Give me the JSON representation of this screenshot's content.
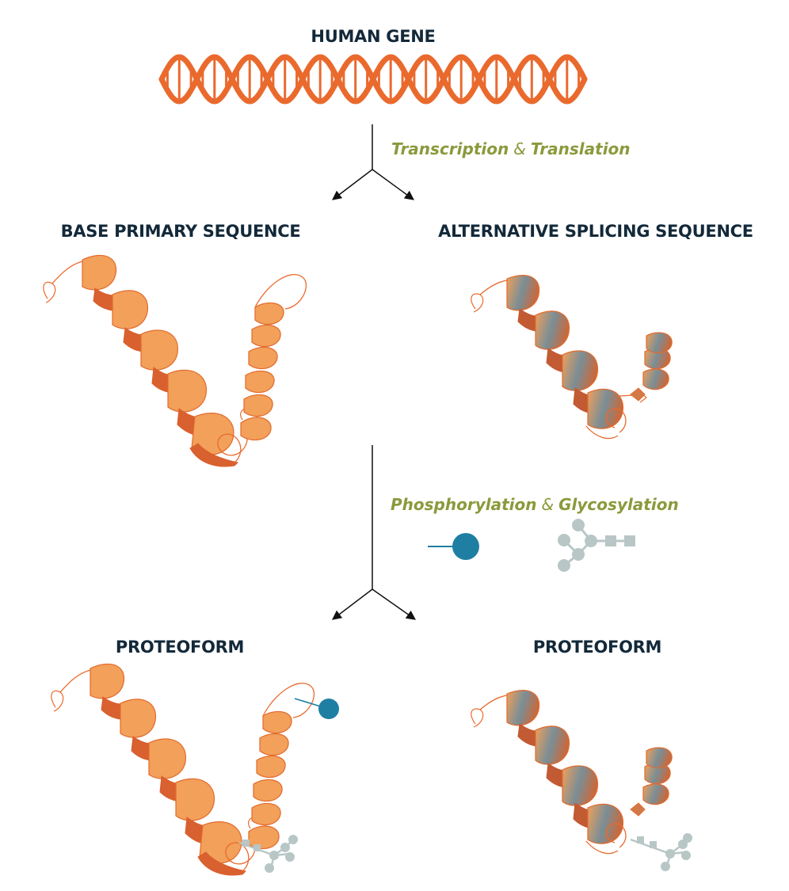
{
  "headings": {
    "gene": "HUMAN GENE",
    "base": "BASE PRIMARY SEQUENCE",
    "alt": "ALTERNATIVE SPLICING SEQUENCE",
    "proteoform_left": "PROTEOFORM",
    "proteoform_right": "PROTEOFORM"
  },
  "steps": {
    "step1": {
      "a": "Transcription",
      "amp": "&",
      "b": "Translation"
    },
    "step2": {
      "a": "Phosphorylation",
      "amp": "&",
      "b": "Glycosylation"
    }
  },
  "colors": {
    "dna": "#ea6a2e",
    "protein_light": "#f2a05a",
    "protein_dark": "#d9602f",
    "phosphate": "#1f7fa3",
    "glycan": "#b8c6c6",
    "heading": "#13293a",
    "step_text": "#8a9a3c"
  },
  "icons": [
    "dna-helix-icon",
    "protein-ribbon-icon",
    "phosphate-icon",
    "glycan-icon",
    "branch-arrow-icon"
  ]
}
